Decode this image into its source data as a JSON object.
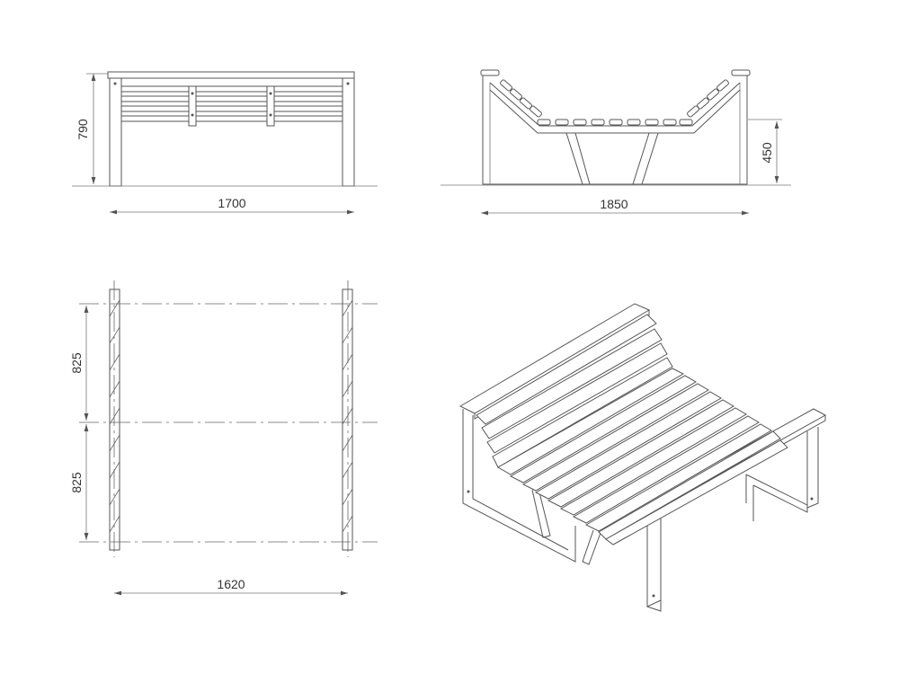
{
  "views": {
    "front": {
      "width_label": "1700",
      "height_label": "790"
    },
    "side": {
      "width_label": "1850",
      "seat_height_label": "450"
    },
    "plan": {
      "depth_label_upper": "825",
      "depth_label_lower": "825",
      "width_label": "1620"
    },
    "isometric": {}
  },
  "colors": {
    "line": "#555555",
    "text": "#333333",
    "background": "#ffffff"
  }
}
